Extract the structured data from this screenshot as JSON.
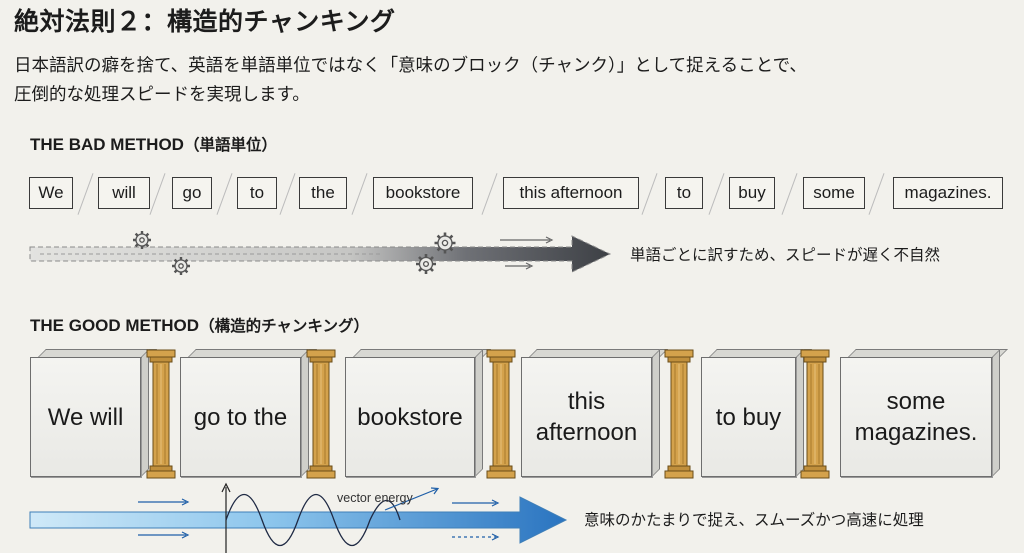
{
  "title": "絶対法則２：構造的チャンキング",
  "subtitle_line1": "日本語訳の癖を捨て、英語を単語単位ではなく「意味のブロック（チャンク）」として捉えることで、",
  "subtitle_line2": "圧倒的な処理スピードを実現します。",
  "bad": {
    "label_en": "THE BAD METHOD",
    "label_ja": "（単語単位）",
    "words": [
      "We",
      "will",
      "go",
      "to",
      "the",
      "bookstore",
      "this afternoon",
      "to",
      "buy",
      "some",
      "magazines."
    ],
    "note": "単語ごとに訳すため、スピードが遅く不自然",
    "colors": {
      "arrow_light": "#d4d4d2",
      "arrow_dark": "#4a4d52"
    }
  },
  "good": {
    "label_en": "THE GOOD METHOD",
    "label_ja": "（構造的チャンキング）",
    "chunks": [
      "We will",
      "go to the",
      "bookstore",
      "this\nafternoon",
      "to buy",
      "some\nmagazines."
    ],
    "vector_label": "vector energy",
    "note": "意味のかたまりで捉え、スムーズかつ高速に処理",
    "colors": {
      "pillar": "#d4a24c",
      "arrow_light": "#bfe0f5",
      "arrow_dark": "#2b77c4"
    }
  }
}
